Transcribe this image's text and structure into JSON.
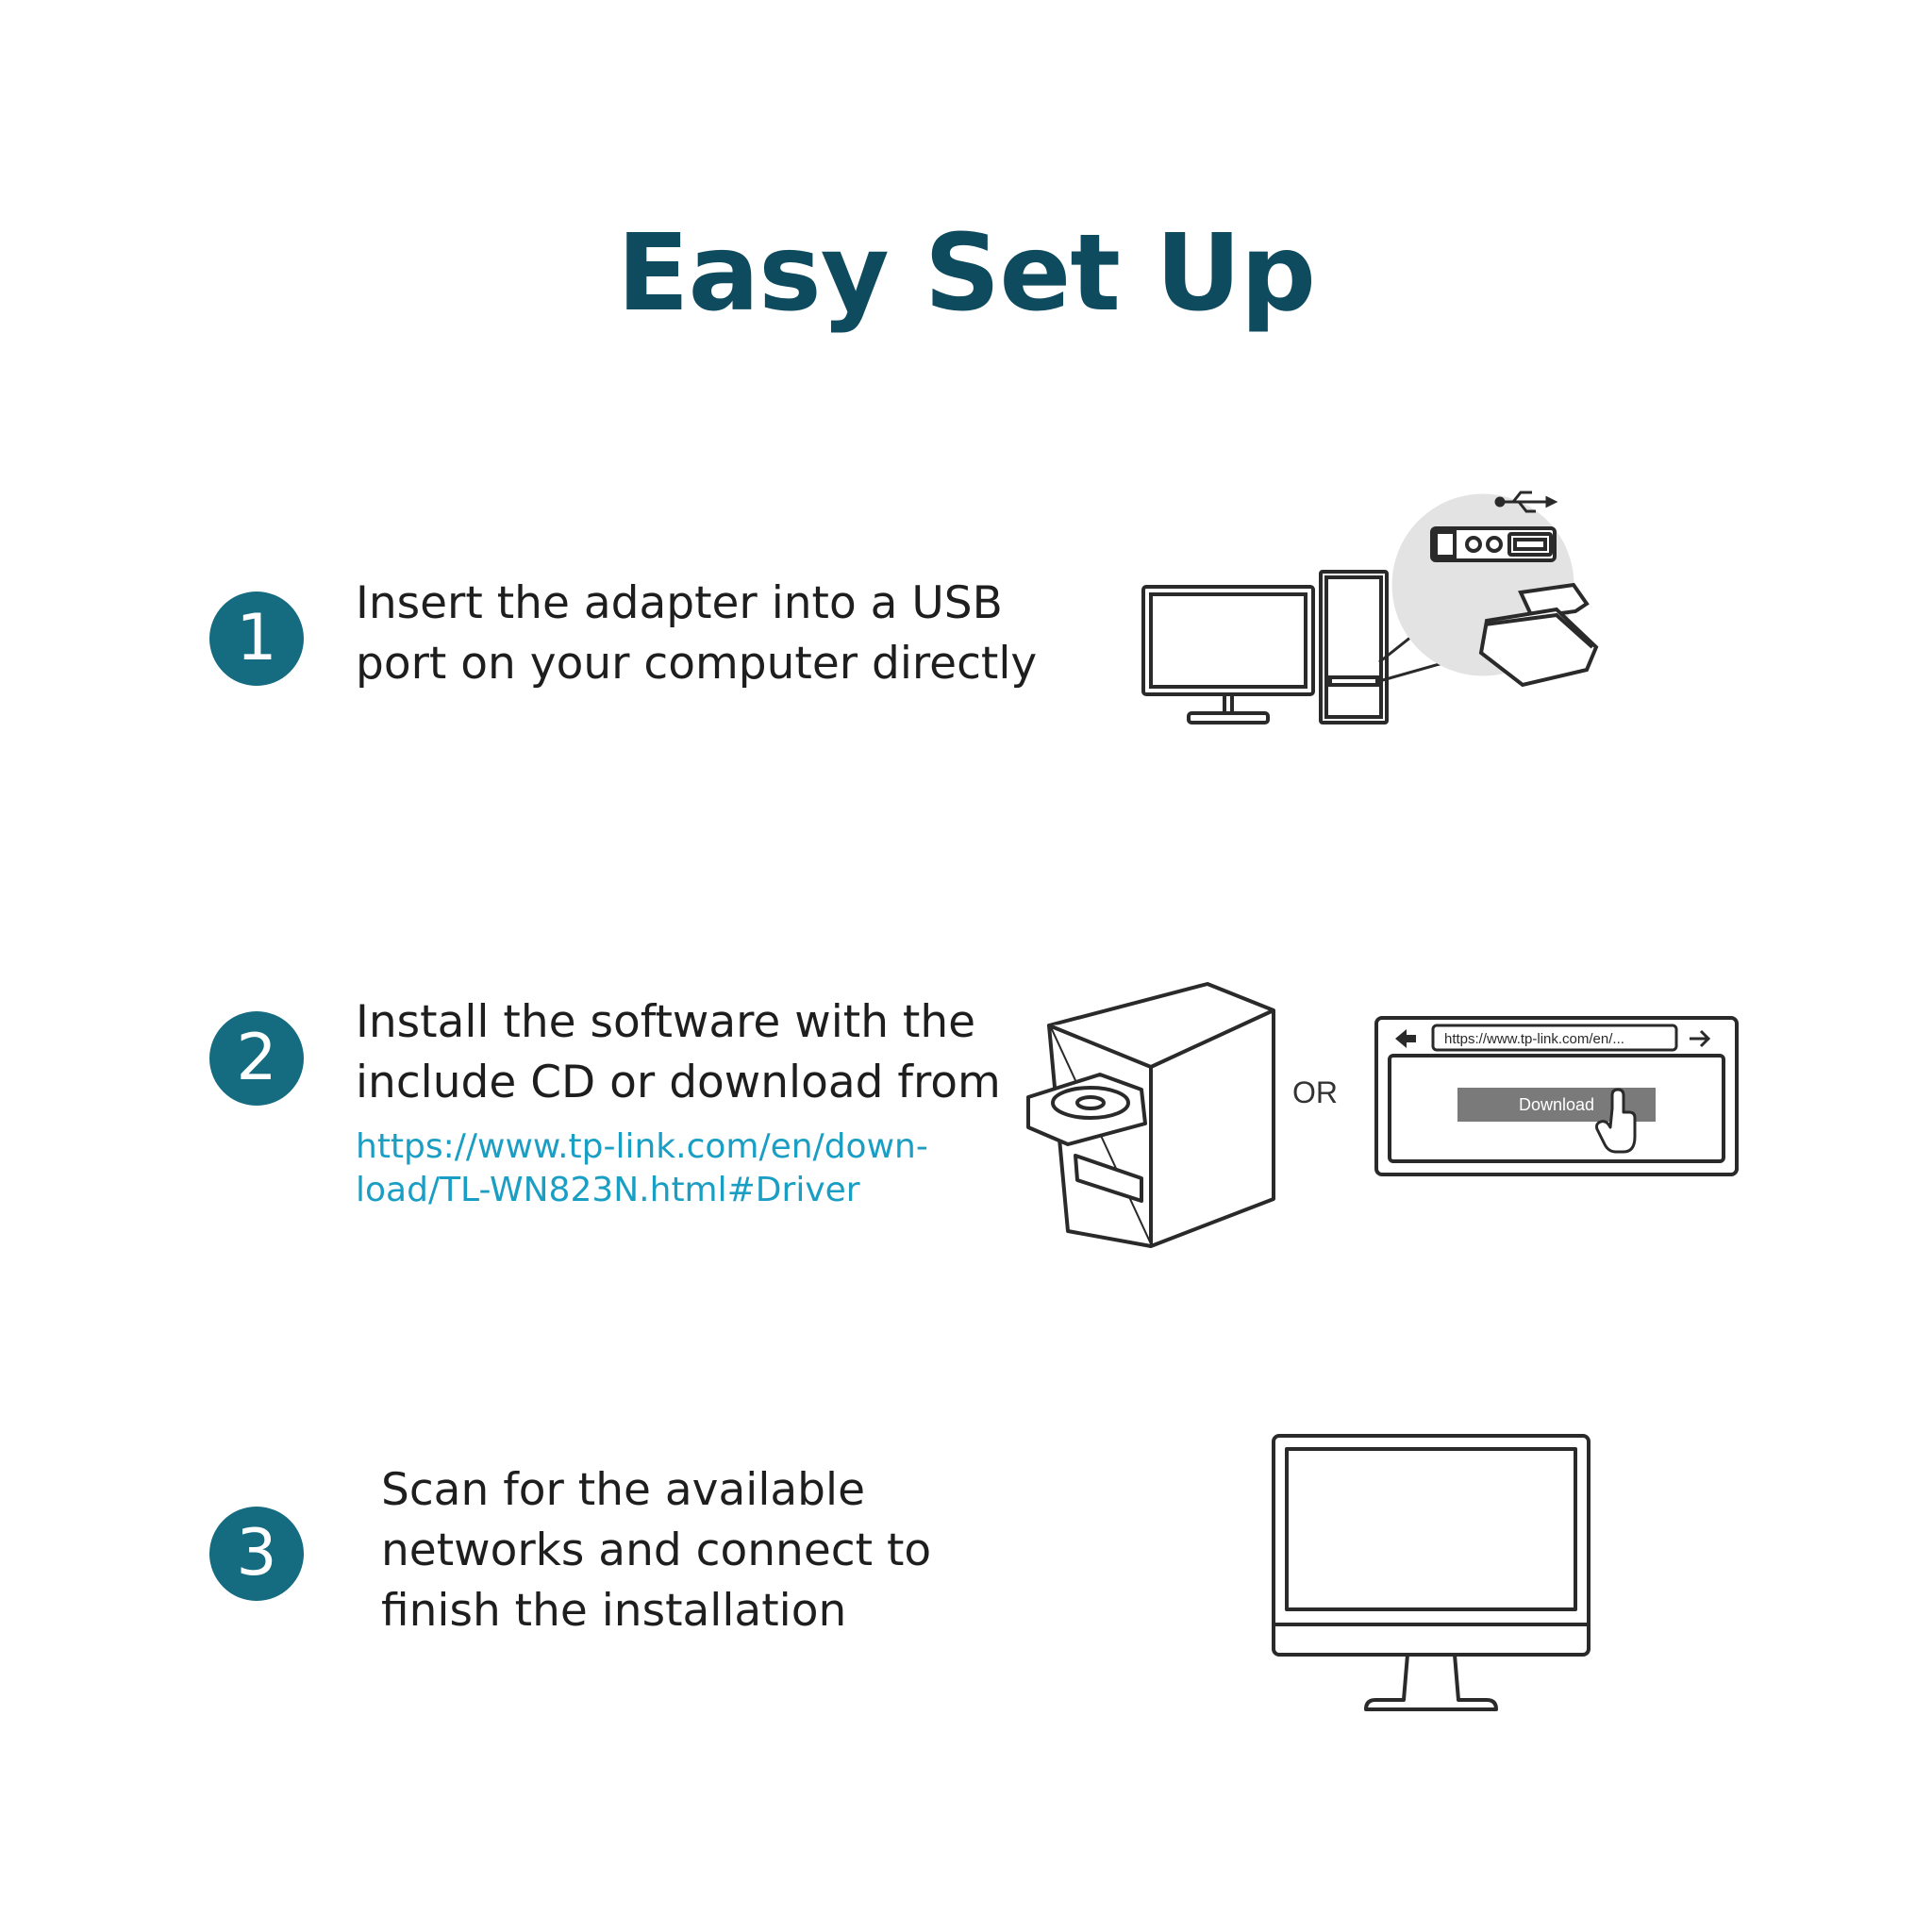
{
  "title": "Easy Set Up",
  "steps": [
    {
      "number": "1",
      "lines": [
        "Insert the adapter into a USB",
        "port on your computer directly"
      ]
    },
    {
      "number": "2",
      "lines": [
        "Install the software with the",
        "include CD or download from"
      ],
      "link_lines": [
        "https://www.tp-link.com/en/down-",
        "load/TL-WN823N.html#Driver"
      ],
      "or_label": "OR",
      "browser_url": "https://www.tp-link.com/en/...",
      "download_label": "Download"
    },
    {
      "number": "3",
      "lines": [
        "Scan for the available",
        "networks and connect to",
        "finish the installation"
      ]
    }
  ],
  "colors": {
    "heading": "#0f4b5e",
    "badge": "#156c80",
    "link": "#1a9ec4"
  },
  "icons": [
    "desktop-computer-icon",
    "usb-adapter-icon",
    "usb-symbol-icon",
    "cd-tower-icon",
    "browser-window-icon",
    "hand-cursor-icon",
    "monitor-icon"
  ]
}
